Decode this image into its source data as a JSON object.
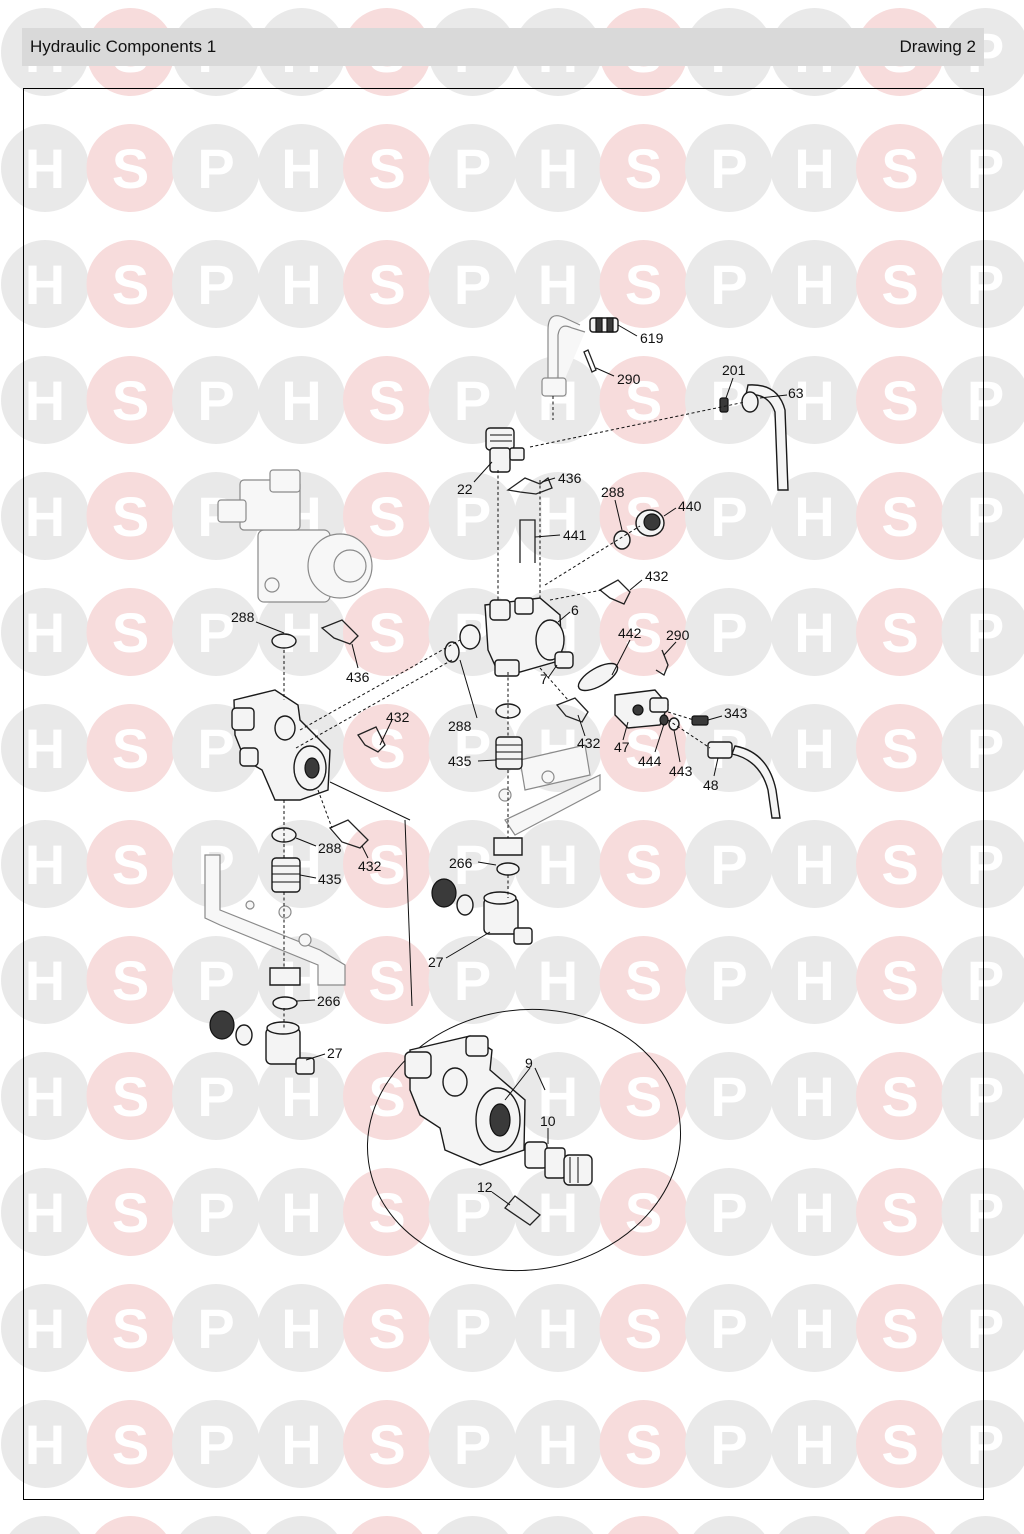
{
  "header": {
    "title": "Hydraulic Components 1",
    "drawing": "Drawing 2"
  },
  "watermark": {
    "letters": [
      "H",
      "S",
      "P"
    ],
    "colors": {
      "H": "#e9e9e9",
      "S": "#f7dcdc",
      "P": "#e9e9e9"
    }
  },
  "part_labels": [
    {
      "id": "lbl-619-top",
      "text": "619"
    },
    {
      "id": "lbl-290-top",
      "text": "290"
    },
    {
      "id": "lbl-201",
      "text": "201"
    },
    {
      "id": "lbl-63",
      "text": "63"
    },
    {
      "id": "lbl-22",
      "text": "22"
    },
    {
      "id": "lbl-436-top",
      "text": "436"
    },
    {
      "id": "lbl-288-a",
      "text": "288"
    },
    {
      "id": "lbl-440",
      "text": "440"
    },
    {
      "id": "lbl-441",
      "text": "441"
    },
    {
      "id": "lbl-432-a",
      "text": "432"
    },
    {
      "id": "lbl-6",
      "text": "6"
    },
    {
      "id": "lbl-288-b",
      "text": "288"
    },
    {
      "id": "lbl-436-b",
      "text": "436"
    },
    {
      "id": "lbl-442",
      "text": "442"
    },
    {
      "id": "lbl-290-b",
      "text": "290"
    },
    {
      "id": "lbl-7",
      "text": "7"
    },
    {
      "id": "lbl-432-b",
      "text": "432"
    },
    {
      "id": "lbl-288-c",
      "text": "288"
    },
    {
      "id": "lbl-432-c",
      "text": "432"
    },
    {
      "id": "lbl-343",
      "text": "343"
    },
    {
      "id": "lbl-47",
      "text": "47"
    },
    {
      "id": "lbl-444",
      "text": "444"
    },
    {
      "id": "lbl-443",
      "text": "443"
    },
    {
      "id": "lbl-435-a",
      "text": "435"
    },
    {
      "id": "lbl-48",
      "text": "48"
    },
    {
      "id": "lbl-288-d",
      "text": "288"
    },
    {
      "id": "lbl-432-d",
      "text": "432"
    },
    {
      "id": "lbl-266-a",
      "text": "266"
    },
    {
      "id": "lbl-435-b",
      "text": "435"
    },
    {
      "id": "lbl-27-a",
      "text": "27"
    },
    {
      "id": "lbl-266-b",
      "text": "266"
    },
    {
      "id": "lbl-27-b",
      "text": "27"
    },
    {
      "id": "lbl-9",
      "text": "9"
    },
    {
      "id": "lbl-10",
      "text": "10"
    },
    {
      "id": "lbl-12",
      "text": "12"
    }
  ]
}
